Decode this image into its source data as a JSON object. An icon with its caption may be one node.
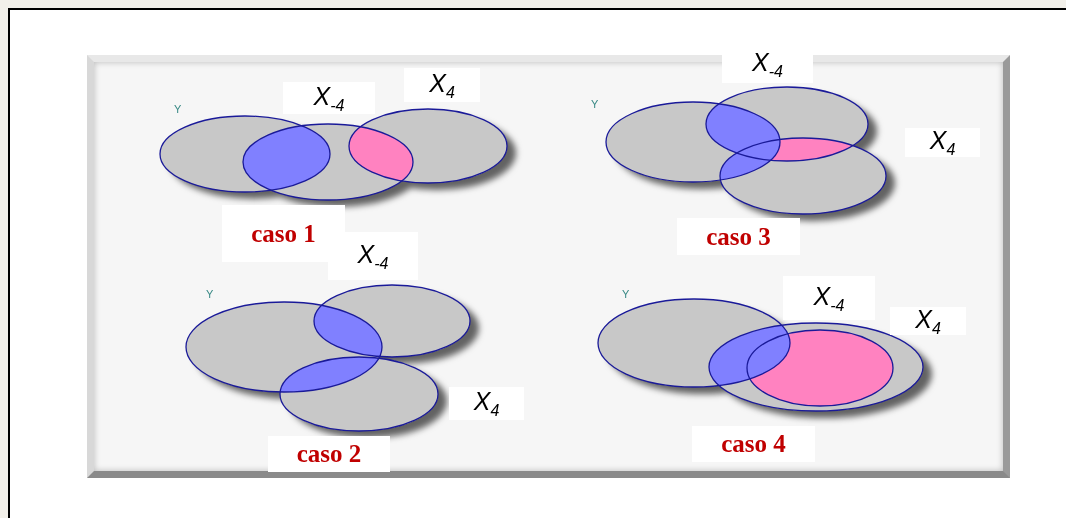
{
  "diagram": {
    "labels": [
      "Y",
      "X$_{-4}$",
      "X$_{4}$",
      "caso 1",
      "Y",
      "X$_{-4}$",
      "X$_{4}$",
      "caso 3",
      "Y",
      "X$_{-4}$",
      "X$_{4}$",
      "caso 2",
      "Y",
      "X$_{-4}$",
      "X$_{4}$",
      "caso 4"
    ]
  }
}
